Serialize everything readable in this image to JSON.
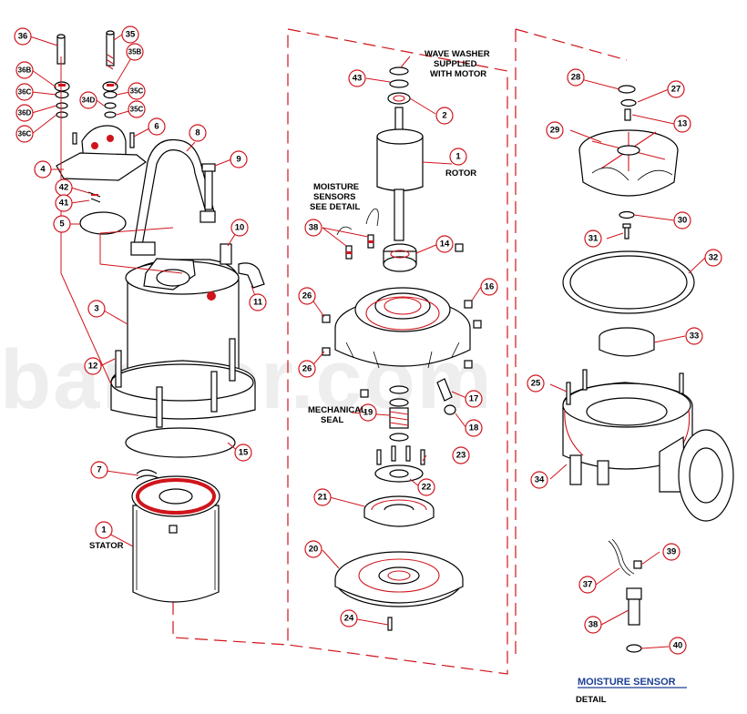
{
  "watermark": "barmer.com",
  "labels": {
    "wave_washer": [
      "WAVE WASHER",
      "SUPPLIED",
      "WITH MOTOR"
    ],
    "rotor": [
      "1",
      "ROTOR"
    ],
    "moisture_sensors": [
      "MOISTURE",
      "SENSORS",
      "SEE DETAIL"
    ],
    "mechanical_seal": [
      "MECHANICAL",
      "SEAL"
    ],
    "stator": "STATOR",
    "detail_title": "MOISTURE SENSOR",
    "detail_sub": "DETAIL"
  },
  "callouts": {
    "c36": "36",
    "c35": "35",
    "c36b": "36B",
    "c36c": "36C",
    "c36d": "36D",
    "c36c2": "36C",
    "c35b": "35B",
    "c35c": "35C",
    "c34d": "34D",
    "c35c2": "35C",
    "c6": "6",
    "c8": "8",
    "c9": "9",
    "c4": "4",
    "c42": "42",
    "c41": "41",
    "c5": "5",
    "c10": "10",
    "c11": "11",
    "c3": "3",
    "c12": "12",
    "c15": "15",
    "c7": "7",
    "c1s": "1",
    "c43": "43",
    "c2": "2",
    "c14": "14",
    "c38a": "38",
    "c26a": "26",
    "c16": "16",
    "c26b": "26",
    "c17": "17",
    "c19": "19",
    "c18": "18",
    "c23": "23",
    "c22": "22",
    "c21": "21",
    "c20": "20",
    "c24": "24",
    "c28": "28",
    "c27": "27",
    "c13": "13",
    "c29": "29",
    "c30": "30",
    "c31": "31",
    "c32": "32",
    "c33": "33",
    "c25": "25",
    "c34": "34",
    "c39": "39",
    "c37": "37",
    "c38b": "38",
    "c40": "40"
  },
  "colors": {
    "callout_ring": "#d0141b",
    "leader": "#d0141b",
    "linework": "#000000",
    "detail_title": "#1c3f95"
  }
}
